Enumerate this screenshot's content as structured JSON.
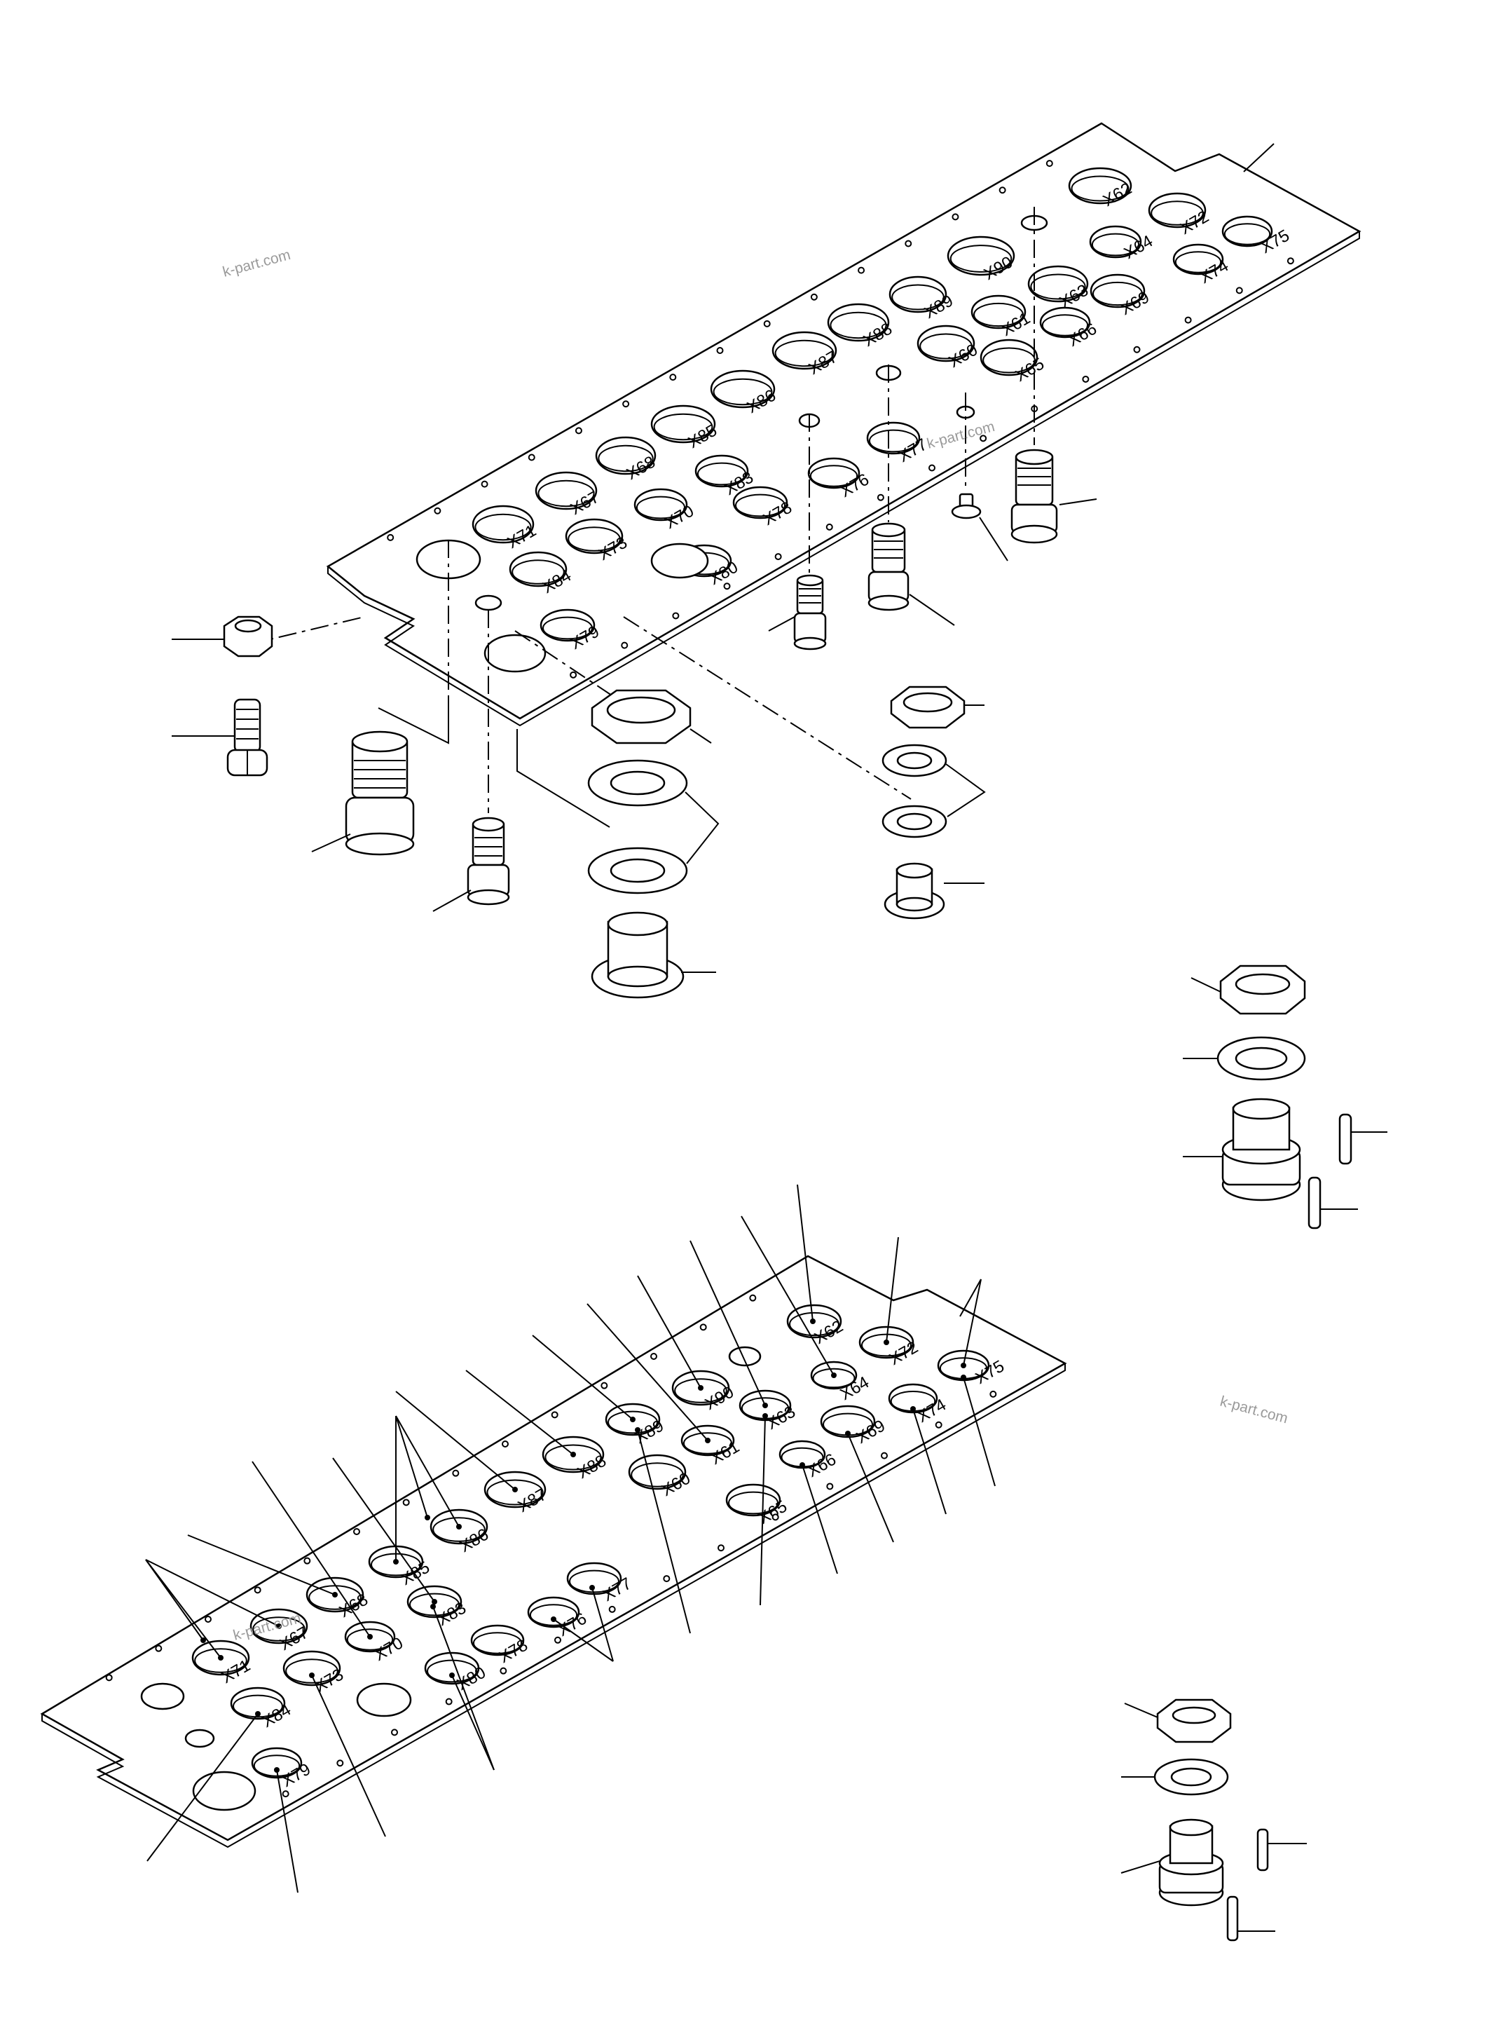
{
  "watermark": "k-part.com",
  "plate_labels": [
    "X62",
    "X72",
    "X75",
    "X90",
    "X64",
    "X74",
    "X63",
    "X69",
    "X89",
    "X61",
    "X66",
    "X88",
    "X60",
    "X65",
    "X87",
    "X86",
    "X85",
    "X77",
    "X68",
    "X83",
    "X76",
    "X67",
    "X70",
    "X78",
    "X80",
    "X71",
    "X73",
    "X84",
    "X79"
  ]
}
